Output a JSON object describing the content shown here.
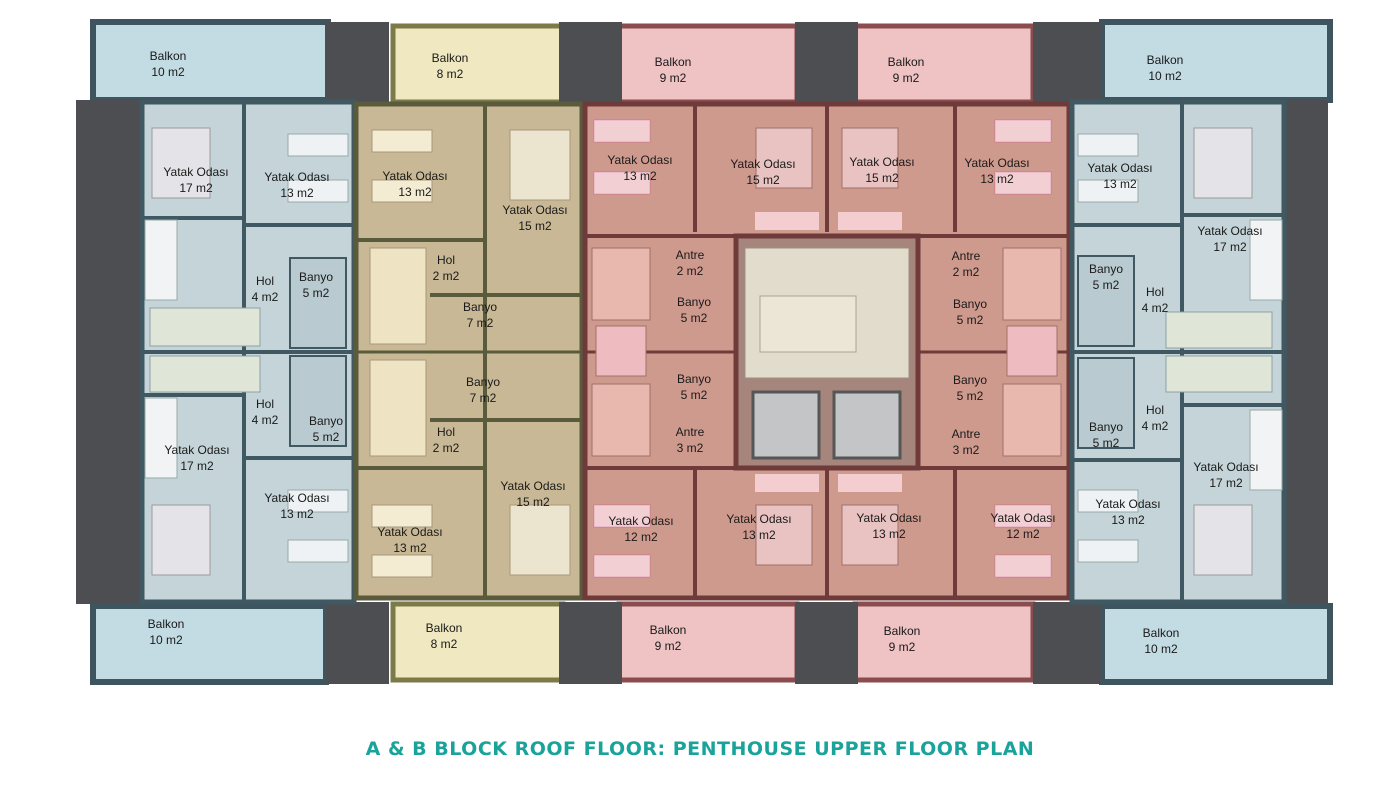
{
  "caption": "A & B BLOCK ROOF FLOOR: PENTHOUSE UPPER FLOOR PLAN",
  "colors": {
    "blue_unit": "#c4d4d8",
    "blue_balcony": "#c3dbe3",
    "yellow_unit": "#c8b895",
    "yellow_balcony": "#efe8c0",
    "pink_unit": "#cf9a8e",
    "pink_balcony": "#efc2c4",
    "stair_core": "#a6857d",
    "wall_dark": "#4c4e52",
    "caption": "#1aa39a"
  },
  "rooms": [
    {
      "name": "Balkon",
      "area": "10 m2"
    },
    {
      "name": "Balkon",
      "area": "8 m2"
    },
    {
      "name": "Balkon",
      "area": "9 m2"
    },
    {
      "name": "Balkon",
      "area": "9 m2"
    },
    {
      "name": "Balkon",
      "area": "10 m2"
    },
    {
      "name": "Yatak Odası",
      "area": "17 m2"
    },
    {
      "name": "Yatak Odası",
      "area": "13 m2"
    },
    {
      "name": "Yatak Odası",
      "area": "13 m2"
    },
    {
      "name": "Yatak Odası",
      "area": "15 m2"
    },
    {
      "name": "Yatak Odası",
      "area": "13 m2"
    },
    {
      "name": "Yatak Odası",
      "area": "15 m2"
    },
    {
      "name": "Yatak Odası",
      "area": "15 m2"
    },
    {
      "name": "Yatak Odası",
      "area": "13 m2"
    },
    {
      "name": "Yatak Odası",
      "area": "13 m2"
    },
    {
      "name": "Yatak Odası",
      "area": "17 m2"
    },
    {
      "name": "Hol",
      "area": "2 m2"
    },
    {
      "name": "Hol",
      "area": "4 m2"
    },
    {
      "name": "Banyo",
      "area": "5 m2"
    },
    {
      "name": "Banyo",
      "area": "7 m2"
    },
    {
      "name": "Antre",
      "area": "2 m2"
    },
    {
      "name": "Banyo",
      "area": "5 m2"
    },
    {
      "name": "Antre",
      "area": "2 m2"
    },
    {
      "name": "Banyo",
      "area": "5 m2"
    },
    {
      "name": "Banyo",
      "area": "5 m2"
    },
    {
      "name": "Hol",
      "area": "4 m2"
    },
    {
      "name": "Banyo",
      "area": "7 m2"
    },
    {
      "name": "Banyo",
      "area": "5 m2"
    },
    {
      "name": "Banyo",
      "area": "5 m2"
    },
    {
      "name": "Hol",
      "area": "4 m2"
    },
    {
      "name": "Banyo",
      "area": "5 m2"
    },
    {
      "name": "Hol",
      "area": "2 m2"
    },
    {
      "name": "Antre",
      "area": "3 m2"
    },
    {
      "name": "Antre",
      "area": "3 m2"
    },
    {
      "name": "Hol",
      "area": "4 m2"
    },
    {
      "name": "Banyo",
      "area": "5 m2"
    },
    {
      "name": "Yatak Odası",
      "area": "17 m2"
    },
    {
      "name": "Yatak Odası",
      "area": "17 m2"
    },
    {
      "name": "Yatak Odası",
      "area": "13 m2"
    },
    {
      "name": "Yatak Odası",
      "area": "15 m2"
    },
    {
      "name": "Yatak Odası",
      "area": "13 m2"
    },
    {
      "name": "Yatak Odası",
      "area": "12 m2"
    },
    {
      "name": "Yatak Odası",
      "area": "13 m2"
    },
    {
      "name": "Yatak Odası",
      "area": "13 m2"
    },
    {
      "name": "Yatak Odası",
      "area": "12 m2"
    },
    {
      "name": "Yatak Odası",
      "area": "13 m2"
    },
    {
      "name": "Balkon",
      "area": "10 m2"
    },
    {
      "name": "Balkon",
      "area": "8 m2"
    },
    {
      "name": "Balkon",
      "area": "9 m2"
    },
    {
      "name": "Balkon",
      "area": "9 m2"
    },
    {
      "name": "Balkon",
      "area": "10 m2"
    }
  ]
}
